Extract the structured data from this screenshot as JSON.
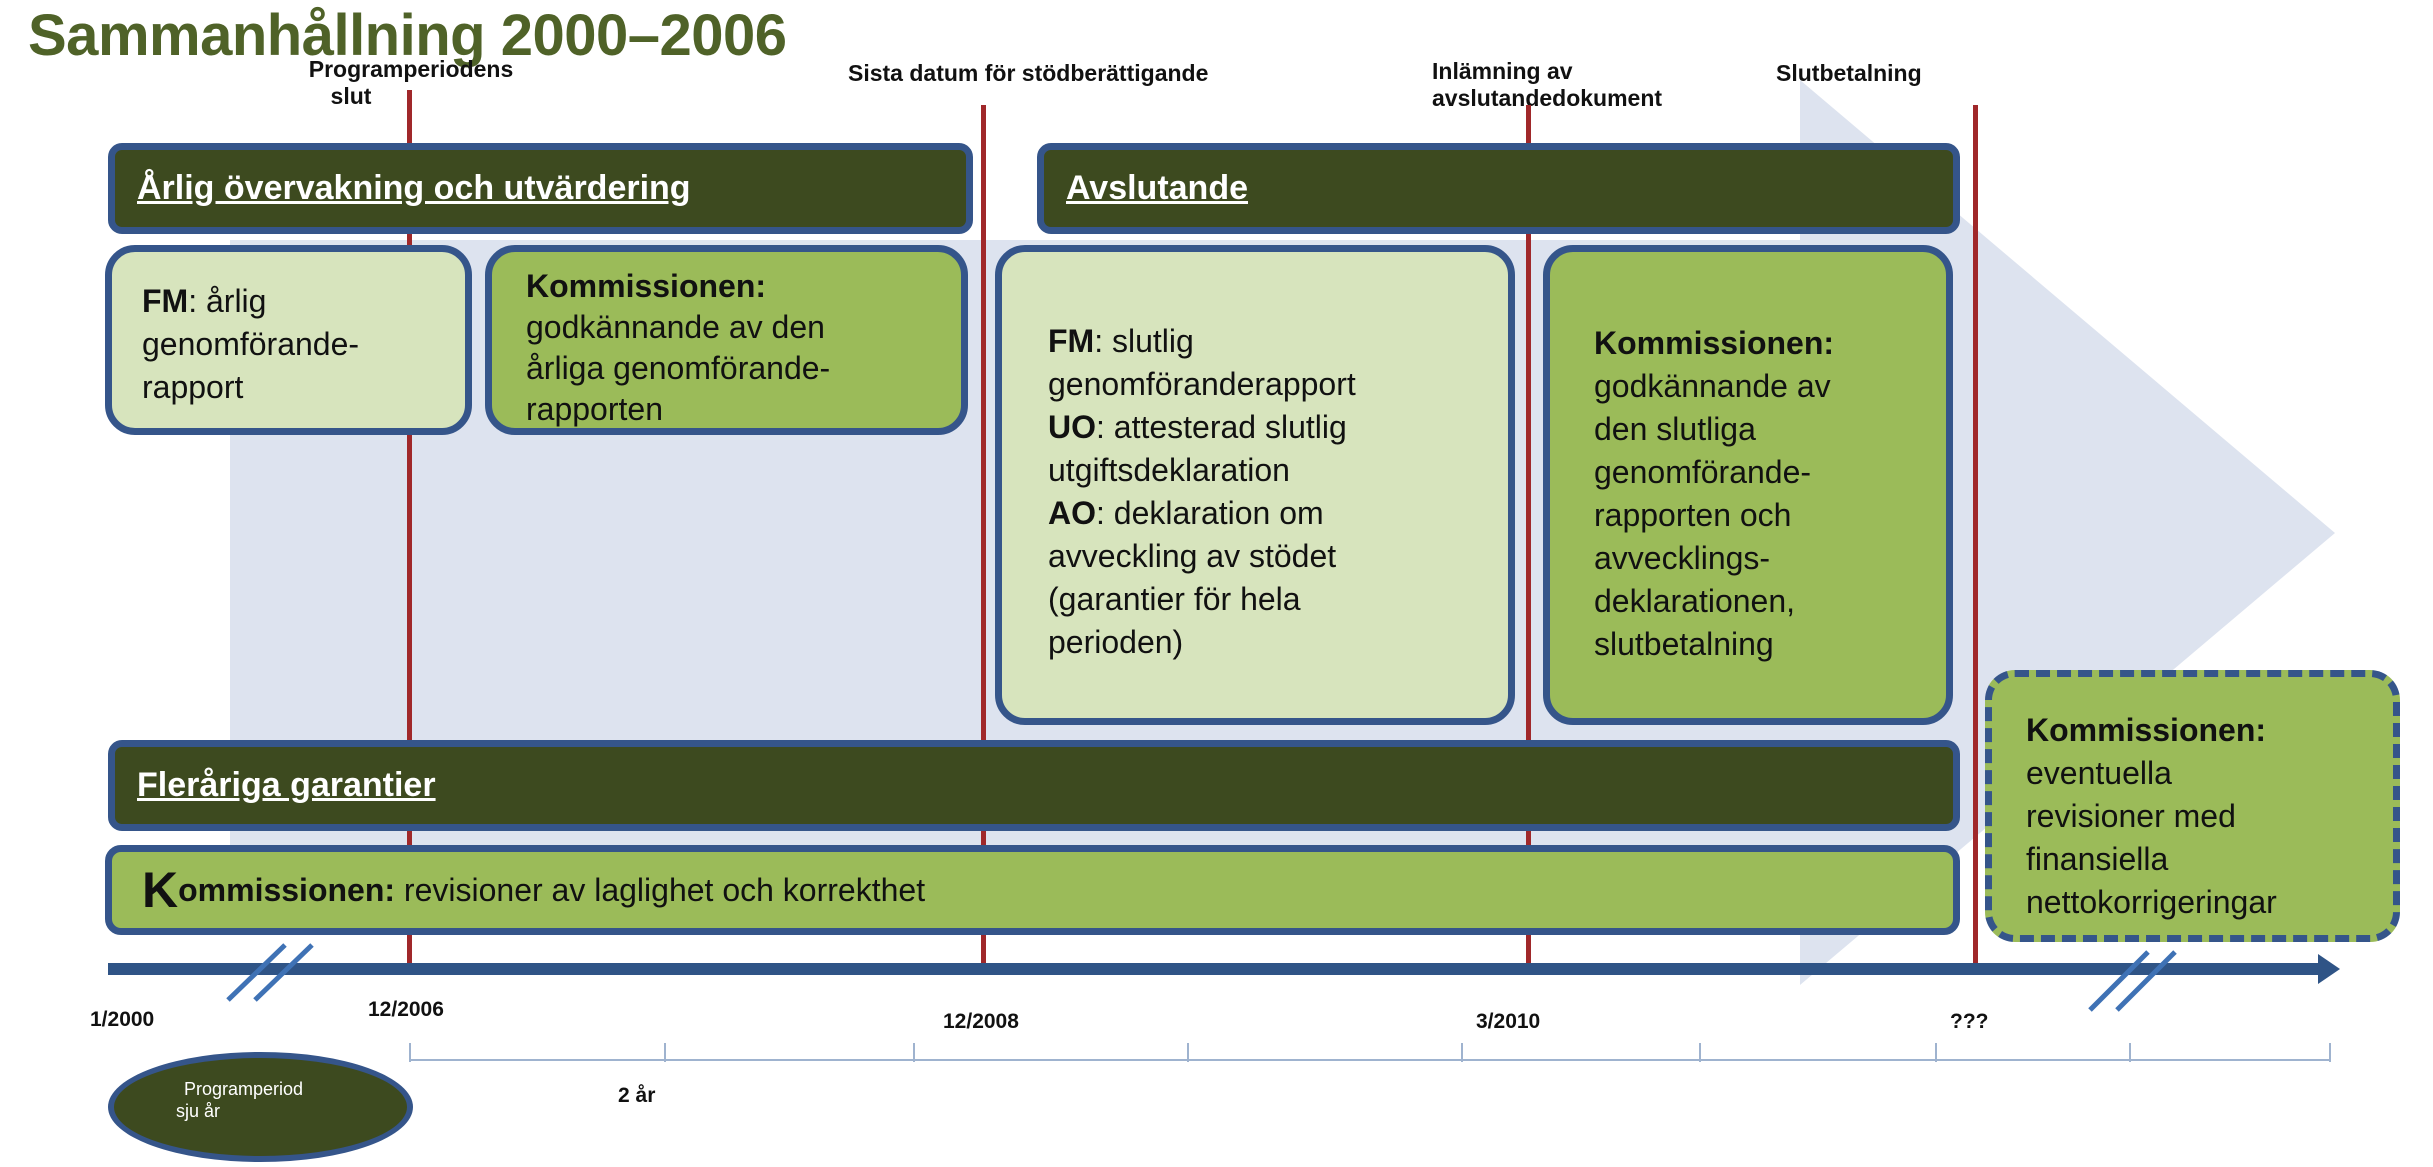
{
  "title": "Sammanhållning 2000–2006",
  "milestones": {
    "program_end": [
      "Programperiodens",
      "slut"
    ],
    "last_date": "Sista datum för stödberättigande",
    "submission": [
      "Inlämning av",
      "avslutandedokument"
    ],
    "final_payment": "Slutbetalning"
  },
  "bands": {
    "annual": "Årlig övervakning och utvärdering",
    "closing": "Avslutande",
    "guarantees": "Fleråriga garantier"
  },
  "boxes": {
    "fm_annual": {
      "label": "FM",
      "lines": [
        ": årlig",
        "genomförande-",
        "rapport"
      ]
    },
    "comm_approval": {
      "label": "Kommissionen:",
      "lines": [
        "godkännande av den",
        "årliga genomförande-",
        "rapporten"
      ]
    },
    "fm_final": {
      "fm_label": "FM",
      "fm_lines": [
        ": slutlig",
        "genomföranderapport"
      ],
      "uo_label": "UO",
      "uo_lines": [
        ": attesterad slutlig",
        "utgiftsdeklaration"
      ],
      "ao_label": "AO",
      "ao_lines": [
        ": deklaration om",
        "avveckling av stödet",
        "(garantier för hela",
        "perioden)"
      ]
    },
    "comm_final": {
      "label": "Kommissionen:",
      "lines": [
        "godkännande av",
        "den slutliga",
        "genomförande-",
        "rapporten och",
        "avvecklings-",
        "deklarationen,",
        "slutbetalning"
      ]
    },
    "comm_audit": {
      "big_letter": "K",
      "label": "ommissionen:",
      "rest": " revisioner av laglighet och korrekthet"
    },
    "comm_revision": {
      "label": "Kommissionen:",
      "lines": [
        "eventuella",
        "revisioner med",
        "finansiella",
        "nettokorrigeringar"
      ]
    }
  },
  "timeline": {
    "ticks": [
      "1/2000",
      "12/2006",
      "12/2008",
      "3/2010",
      "???"
    ],
    "duration": "2 år",
    "period": [
      "Programperiod",
      "sju år"
    ]
  },
  "colors": {
    "title": "#4f6228",
    "dark_band": "#3d4a1f",
    "border": "#35558a",
    "light_green": "#d7e4bd",
    "green": "#9bbb59",
    "milestone_line": "#a0282a",
    "arrow_bg": "#dde3ef",
    "axis": "#2f5486"
  }
}
